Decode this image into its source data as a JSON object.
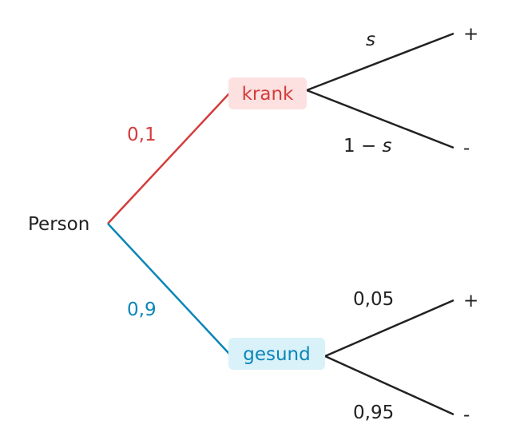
{
  "root": {
    "label": "Person"
  },
  "colors": {
    "krank_line": "#d43c3c",
    "krank_text": "#d43c3c",
    "krank_box": "#fde0e0",
    "gesund_line": "#0b86b8",
    "gesund_text": "#0b86b8",
    "gesund_box": "#d9f1f8",
    "default": "#222222"
  },
  "branches": [
    {
      "label": "krank",
      "probability": "0,1",
      "children": [
        {
          "outcome": "+",
          "probability": "s"
        },
        {
          "outcome": "-",
          "probability_prefix": "1 − ",
          "probability_var": "s"
        }
      ]
    },
    {
      "label": "gesund",
      "probability": "0,9",
      "children": [
        {
          "outcome": "+",
          "probability": "0,05"
        },
        {
          "outcome": "-",
          "probability": "0,95"
        }
      ]
    }
  ]
}
